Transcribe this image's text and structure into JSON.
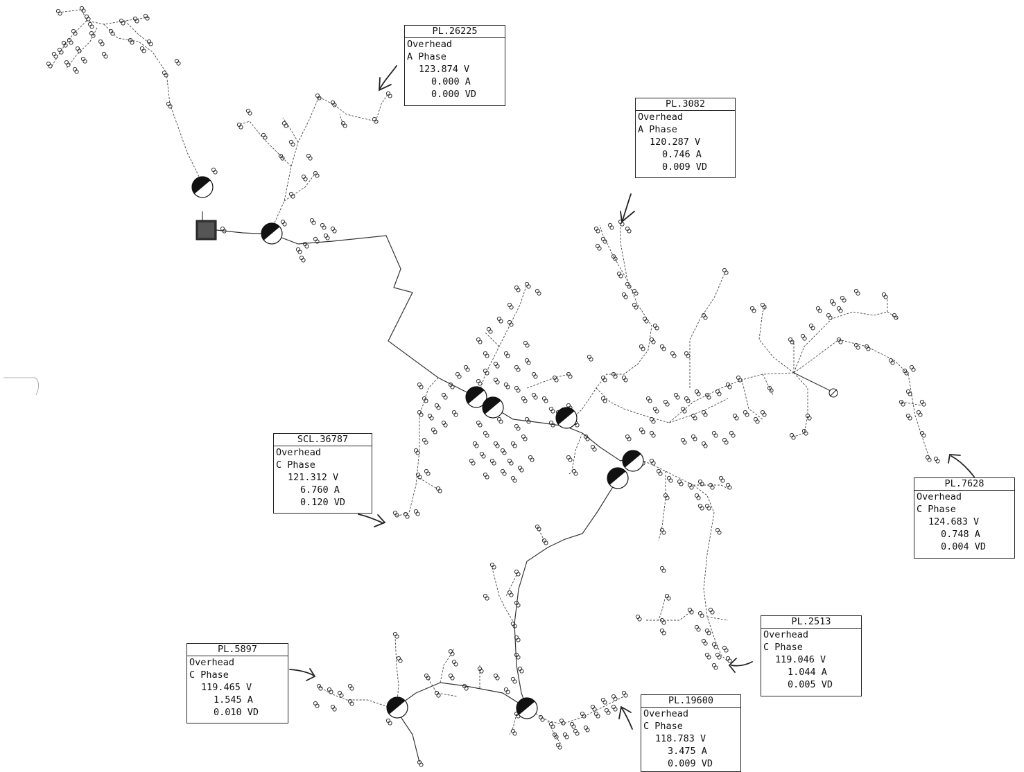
{
  "labels": [
    {
      "id": "pl-26225",
      "title": "PL.26225",
      "type": "Overhead",
      "phase": "A Phase",
      "volts": "123.874 V",
      "amps": "0.000 A",
      "vd": "0.000 VD"
    },
    {
      "id": "pl-3082",
      "title": "PL.3082",
      "type": "Overhead",
      "phase": "A Phase",
      "volts": "120.287 V",
      "amps": "0.746 A",
      "vd": "0.009 VD"
    },
    {
      "id": "scl-36787",
      "title": "SCL.36787",
      "type": "Overhead",
      "phase": "C Phase",
      "volts": "121.312 V",
      "amps": "6.760 A",
      "vd": "0.120 VD"
    },
    {
      "id": "pl-7628",
      "title": "PL.7628",
      "type": "Overhead",
      "phase": "C Phase",
      "volts": "124.683 V",
      "amps": "0.748 A",
      "vd": "0.004 VD"
    },
    {
      "id": "pl-2513",
      "title": "PL.2513",
      "type": "Overhead",
      "phase": "C Phase",
      "volts": "119.046 V",
      "amps": "1.044 A",
      "vd": "0.005 VD"
    },
    {
      "id": "pl-5897",
      "title": "PL.5897",
      "type": "Overhead",
      "phase": "C Phase",
      "volts": "119.465 V",
      "amps": "1.545 A",
      "vd": "0.010 VD"
    },
    {
      "id": "pl-19600",
      "title": "PL.19600",
      "type": "Overhead",
      "phase": "C Phase",
      "volts": "118.783 V",
      "amps": "3.475 A",
      "vd": "0.009 VD"
    }
  ]
}
